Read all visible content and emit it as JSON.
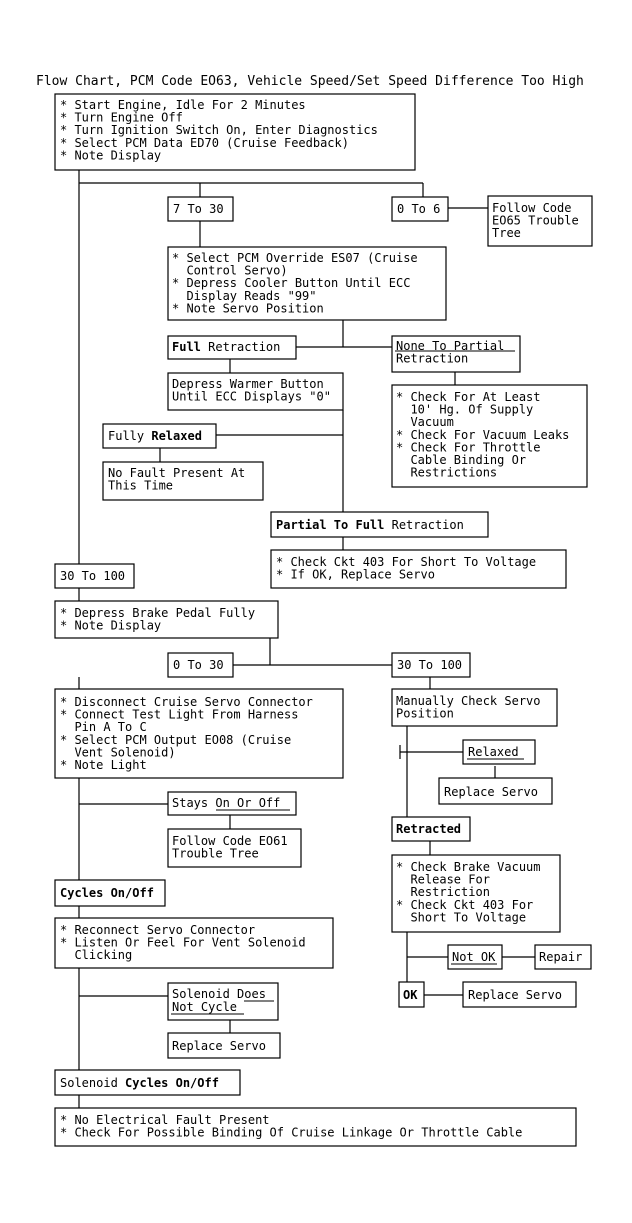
{
  "title": "Flow Chart, PCM Code EO63, Vehicle Speed/Set Speed Difference Too High",
  "step1": [
    "* Start Engine, Idle For 2 Minutes",
    "* Turn Engine Off",
    "* Turn Ignition Switch On, Enter Diagnostics",
    "* Select PCM Data ED70 (Cruise Feedback)",
    "* Note Display"
  ],
  "r7to30": "7 To 30",
  "r0to6": "0 To 6",
  "follow65": [
    "Follow Code",
    "EO65 Trouble",
    "Tree"
  ],
  "step2": [
    "* Select PCM Override ES07 (Cruise",
    "  Control Servo)",
    "* Depress Cooler Button Until ECC",
    "  Display Reads \"99\"",
    "* Note Servo Position"
  ],
  "fullRet": {
    "bold": "Full",
    "rest": " Retraction"
  },
  "noneToPartial": [
    "None To Partial",
    "Retraction"
  ],
  "depressWarmer": [
    "Depress Warmer Button",
    "Until ECC Displays \"0\""
  ],
  "checkVac": [
    "* Check For At Least",
    "  10' Hg. Of Supply",
    "  Vacuum",
    "* Check For Vacuum Leaks",
    "* Check For Throttle",
    "  Cable Binding Or",
    "  Restrictions"
  ],
  "fullyRelaxed": {
    "normal": "Fully ",
    "bold": "Relaxed"
  },
  "noFault": [
    "No Fault Present At",
    "This Time"
  ],
  "partialToFull": {
    "bold": "Partial To Full",
    "rest": " Retraction"
  },
  "checkCkt403a": [
    "* Check Ckt 403 For Short To Voltage",
    "* If OK, Replace Servo"
  ],
  "r30to100a": "30 To 100",
  "step3": [
    "* Depress Brake Pedal Fully",
    "* Note Display"
  ],
  "r0to30": "0 To 30",
  "r30to100b": "30 To 100",
  "step4": [
    "* Disconnect Cruise Servo Connector",
    "* Connect Test Light From Harness",
    "  Pin A To C",
    "* Select PCM Output EO08 (Cruise",
    "  Vent Solenoid)",
    "* Note Light"
  ],
  "manualCheck": [
    "Manually Check Servo",
    "Position"
  ],
  "relaxed": "Relaxed",
  "replaceServo1": "Replace Servo",
  "stays": {
    "normal": "Stays ",
    "underline": "On Or Off"
  },
  "follow61": [
    "Follow Code EO61",
    "Trouble Tree"
  ],
  "retracted": "Retracted",
  "checkBrakeVac": [
    "* Check Brake Vacuum",
    "  Release For",
    "  Restriction",
    "* Check Ckt 403 For",
    "  Short To Voltage"
  ],
  "cyclesOnOff": "Cycles On/Off",
  "step5": [
    "* Reconnect Servo Connector",
    "* Listen Or Feel For Vent Solenoid",
    "  Clicking"
  ],
  "notOk": "Not OK",
  "repair": "Repair",
  "ok": "OK",
  "replaceServo2": "Replace Servo",
  "solenoidNotCycle": {
    "normal": "Solenoid ",
    "line1u": "Does",
    "line2u": "Not Cycle"
  },
  "replaceServo3": "Replace Servo",
  "solenoidCycles": {
    "normal": "Solenoid ",
    "bold": "Cycles On/Off"
  },
  "final": [
    "* No Electrical Fault Present",
    "* Check For Possible Binding Of Cruise Linkage Or Throttle Cable"
  ]
}
